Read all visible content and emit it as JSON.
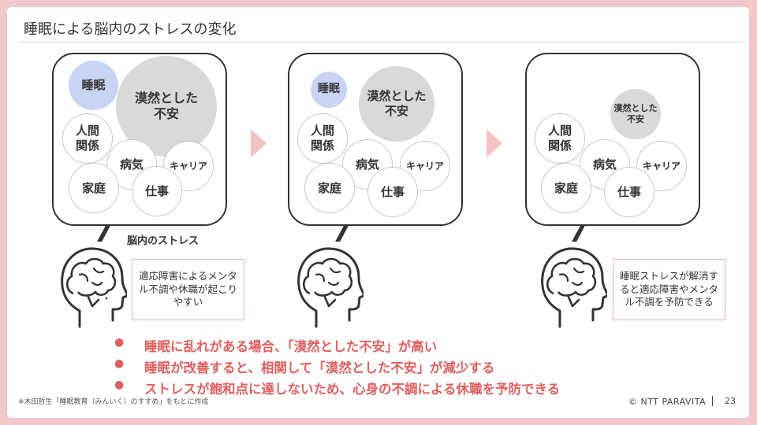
{
  "title": "睡眠による脳内のストレスの変化",
  "panels": [
    {
      "bubbles": {
        "sleep": "睡眠",
        "anxiety": "漠然とした\n不安",
        "relations": "人間\n関係",
        "illness": "病気",
        "career": "キャリア",
        "family": "家庭",
        "work": "仕事"
      }
    },
    {
      "bubbles": {
        "sleep": "睡眠",
        "anxiety": "漠然とした\n不安",
        "relations": "人間\n関係",
        "illness": "病気",
        "career": "キャリア",
        "family": "家庭",
        "work": "仕事"
      }
    },
    {
      "bubbles": {
        "anxiety": "漠然とした\n不安",
        "relations": "人間\n関係",
        "illness": "病気",
        "career": "キャリア",
        "family": "家庭",
        "work": "仕事"
      }
    }
  ],
  "caption": "脳内のストレス",
  "notes": {
    "left": "適応障害によるメンタル不調や休職が起こりやすい",
    "right": "睡眠ストレスが解消すると適応障害やメンタル不調を予防できる"
  },
  "bullets": {
    "marker": "●",
    "items": [
      "睡眠に乱れがある場合、「漠然とした不安」が高い",
      "睡眠が改善すると、相関して「漠然とした不安」が減少する",
      "ストレスが飽和点に達しないため、心身の不調による休職を予防できる"
    ]
  },
  "footer": {
    "source": "※木田哲生「睡眠教育（みんいく）のすすめ」をもとに作成",
    "copyright": "© NTT PARAVITA",
    "page": "23"
  },
  "colors": {
    "accent": "#e0605f",
    "sleep_bubble": "#c9d4f4",
    "anxiety_bubble": "#d9d9d9",
    "arrow": "#f3c2c4",
    "frame": "#f2c9cb"
  },
  "icons": [
    "human-head-brain-icon",
    "chevron-right-icon"
  ]
}
